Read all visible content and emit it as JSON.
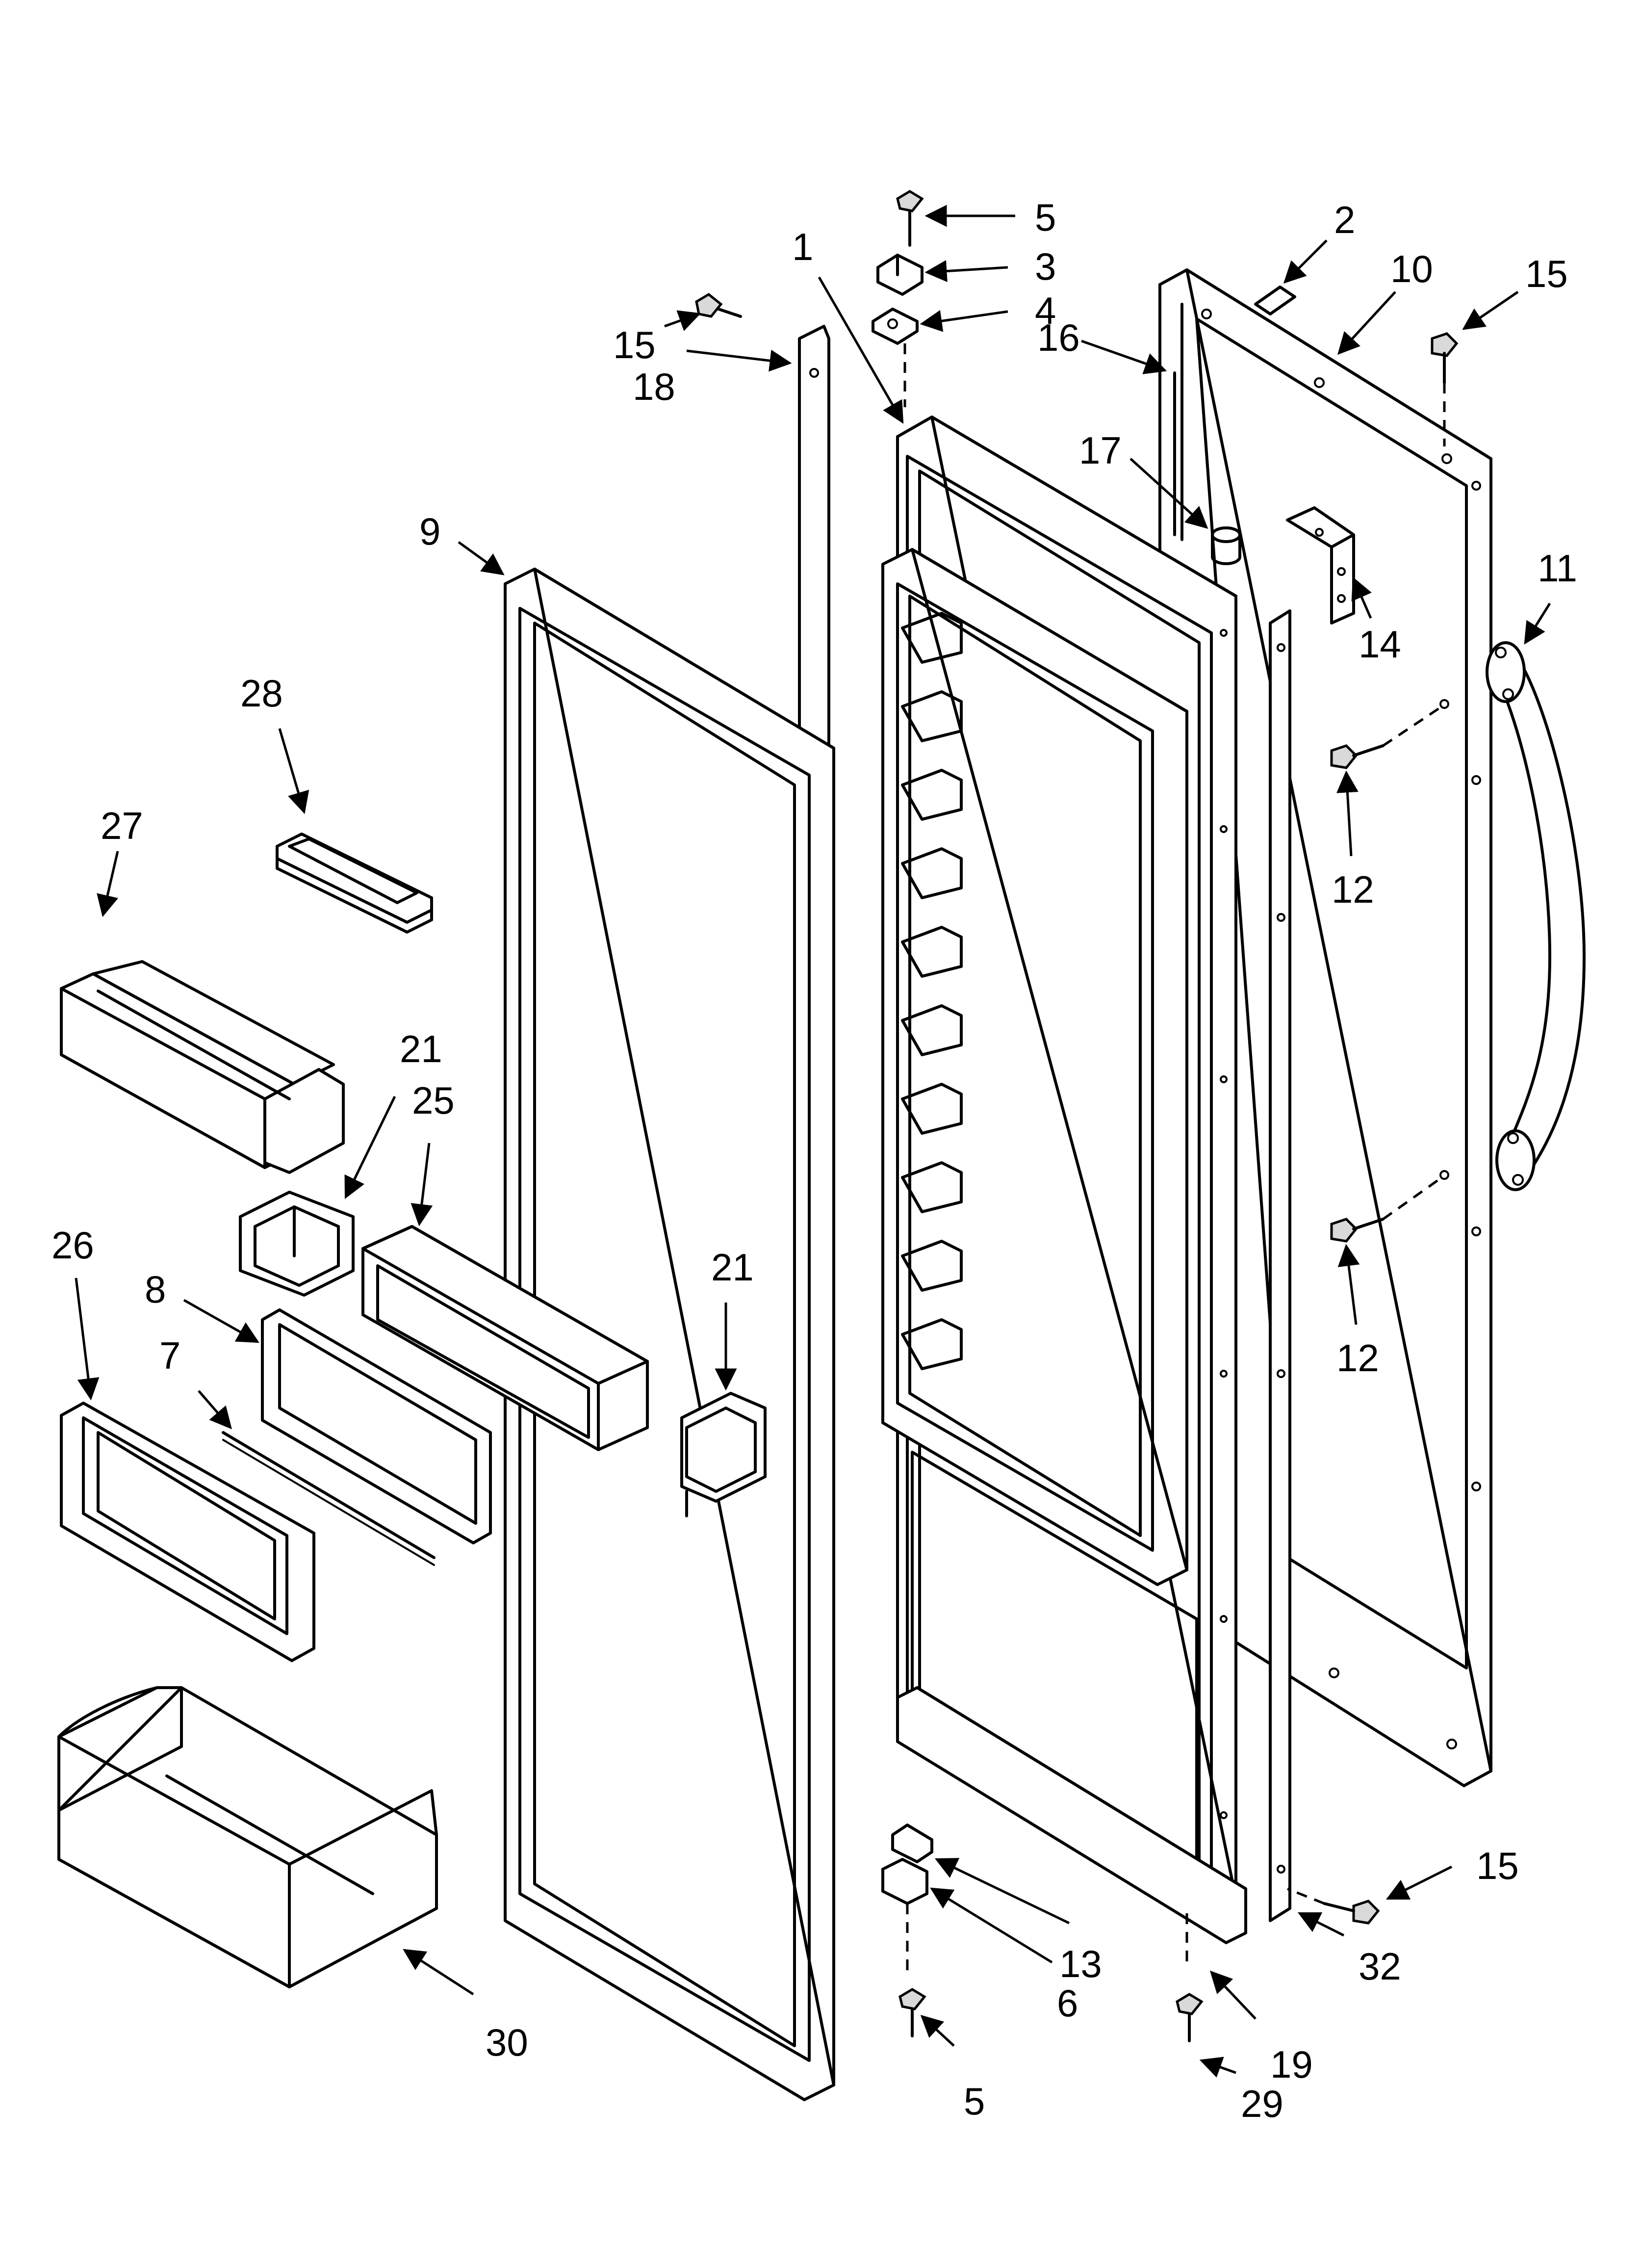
{
  "callouts": [
    {
      "id": "c1",
      "text": "1"
    },
    {
      "id": "c2",
      "text": "2"
    },
    {
      "id": "c3",
      "text": "3"
    },
    {
      "id": "c4",
      "text": "4"
    },
    {
      "id": "c5a",
      "text": "5"
    },
    {
      "id": "c5b",
      "text": "5"
    },
    {
      "id": "c6",
      "text": "6"
    },
    {
      "id": "c7",
      "text": "7"
    },
    {
      "id": "c8",
      "text": "8"
    },
    {
      "id": "c9",
      "text": "9"
    },
    {
      "id": "c10",
      "text": "10"
    },
    {
      "id": "c11",
      "text": "11"
    },
    {
      "id": "c12a",
      "text": "12"
    },
    {
      "id": "c12b",
      "text": "12"
    },
    {
      "id": "c13",
      "text": "13"
    },
    {
      "id": "c14",
      "text": "14"
    },
    {
      "id": "c15a",
      "text": "15"
    },
    {
      "id": "c15b",
      "text": "15"
    },
    {
      "id": "c15c",
      "text": "15"
    },
    {
      "id": "c16",
      "text": "16"
    },
    {
      "id": "c17",
      "text": "17"
    },
    {
      "id": "c18",
      "text": "18"
    },
    {
      "id": "c19",
      "text": "19"
    },
    {
      "id": "c21a",
      "text": "21"
    },
    {
      "id": "c21b",
      "text": "21"
    },
    {
      "id": "c25",
      "text": "25"
    },
    {
      "id": "c26",
      "text": "26"
    },
    {
      "id": "c27",
      "text": "27"
    },
    {
      "id": "c28",
      "text": "28"
    },
    {
      "id": "c29",
      "text": "29"
    },
    {
      "id": "c30",
      "text": "30"
    },
    {
      "id": "c32",
      "text": "32"
    }
  ]
}
